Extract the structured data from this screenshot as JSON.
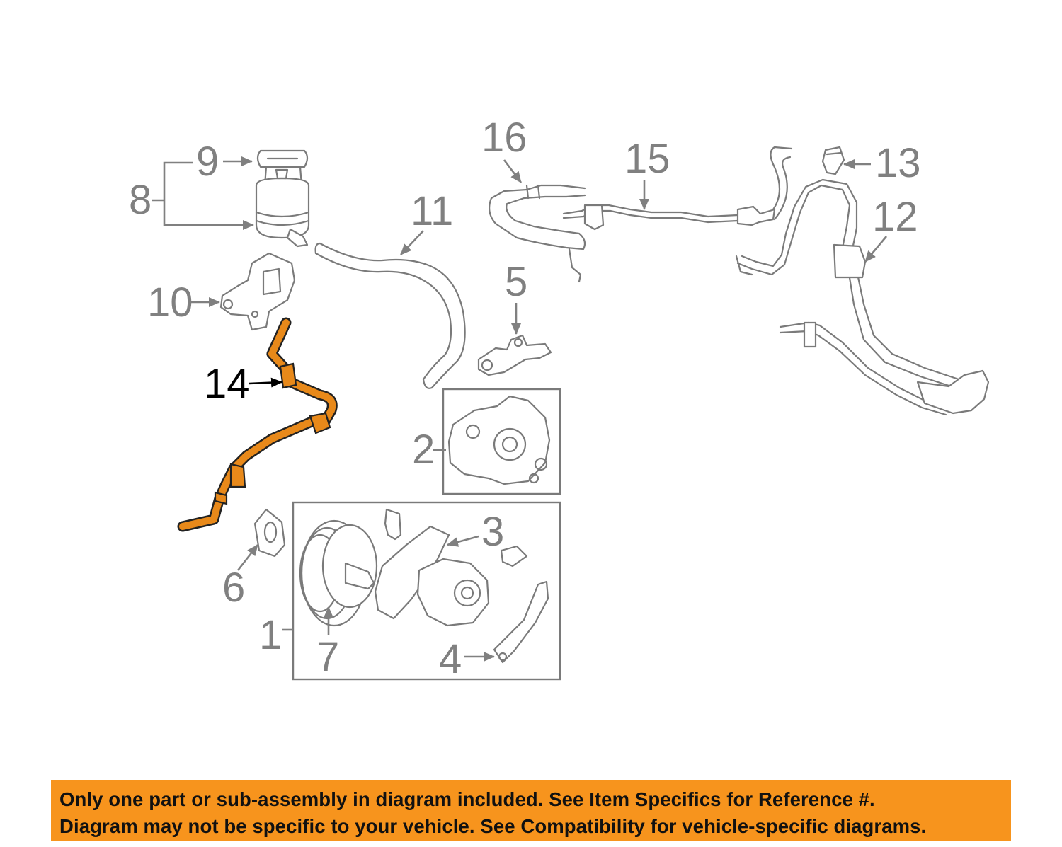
{
  "diagram": {
    "highlight_color": "#e8891a",
    "callouts": [
      {
        "id": "1",
        "label": "1"
      },
      {
        "id": "2",
        "label": "2"
      },
      {
        "id": "3",
        "label": "3"
      },
      {
        "id": "4",
        "label": "4"
      },
      {
        "id": "5",
        "label": "5"
      },
      {
        "id": "6",
        "label": "6"
      },
      {
        "id": "7",
        "label": "7"
      },
      {
        "id": "8",
        "label": "8"
      },
      {
        "id": "9",
        "label": "9"
      },
      {
        "id": "10",
        "label": "10"
      },
      {
        "id": "11",
        "label": "11"
      },
      {
        "id": "12",
        "label": "12"
      },
      {
        "id": "13",
        "label": "13"
      },
      {
        "id": "14",
        "label": "14",
        "highlighted": true
      },
      {
        "id": "15",
        "label": "15"
      },
      {
        "id": "16",
        "label": "16"
      }
    ]
  },
  "notice": {
    "color": "#f7941d",
    "line1": "Only one part or sub-assembly in diagram included. See Item Specifics for Reference #.",
    "line2": "Diagram may not be specific to your vehicle. See Compatibility for vehicle-specific diagrams."
  }
}
